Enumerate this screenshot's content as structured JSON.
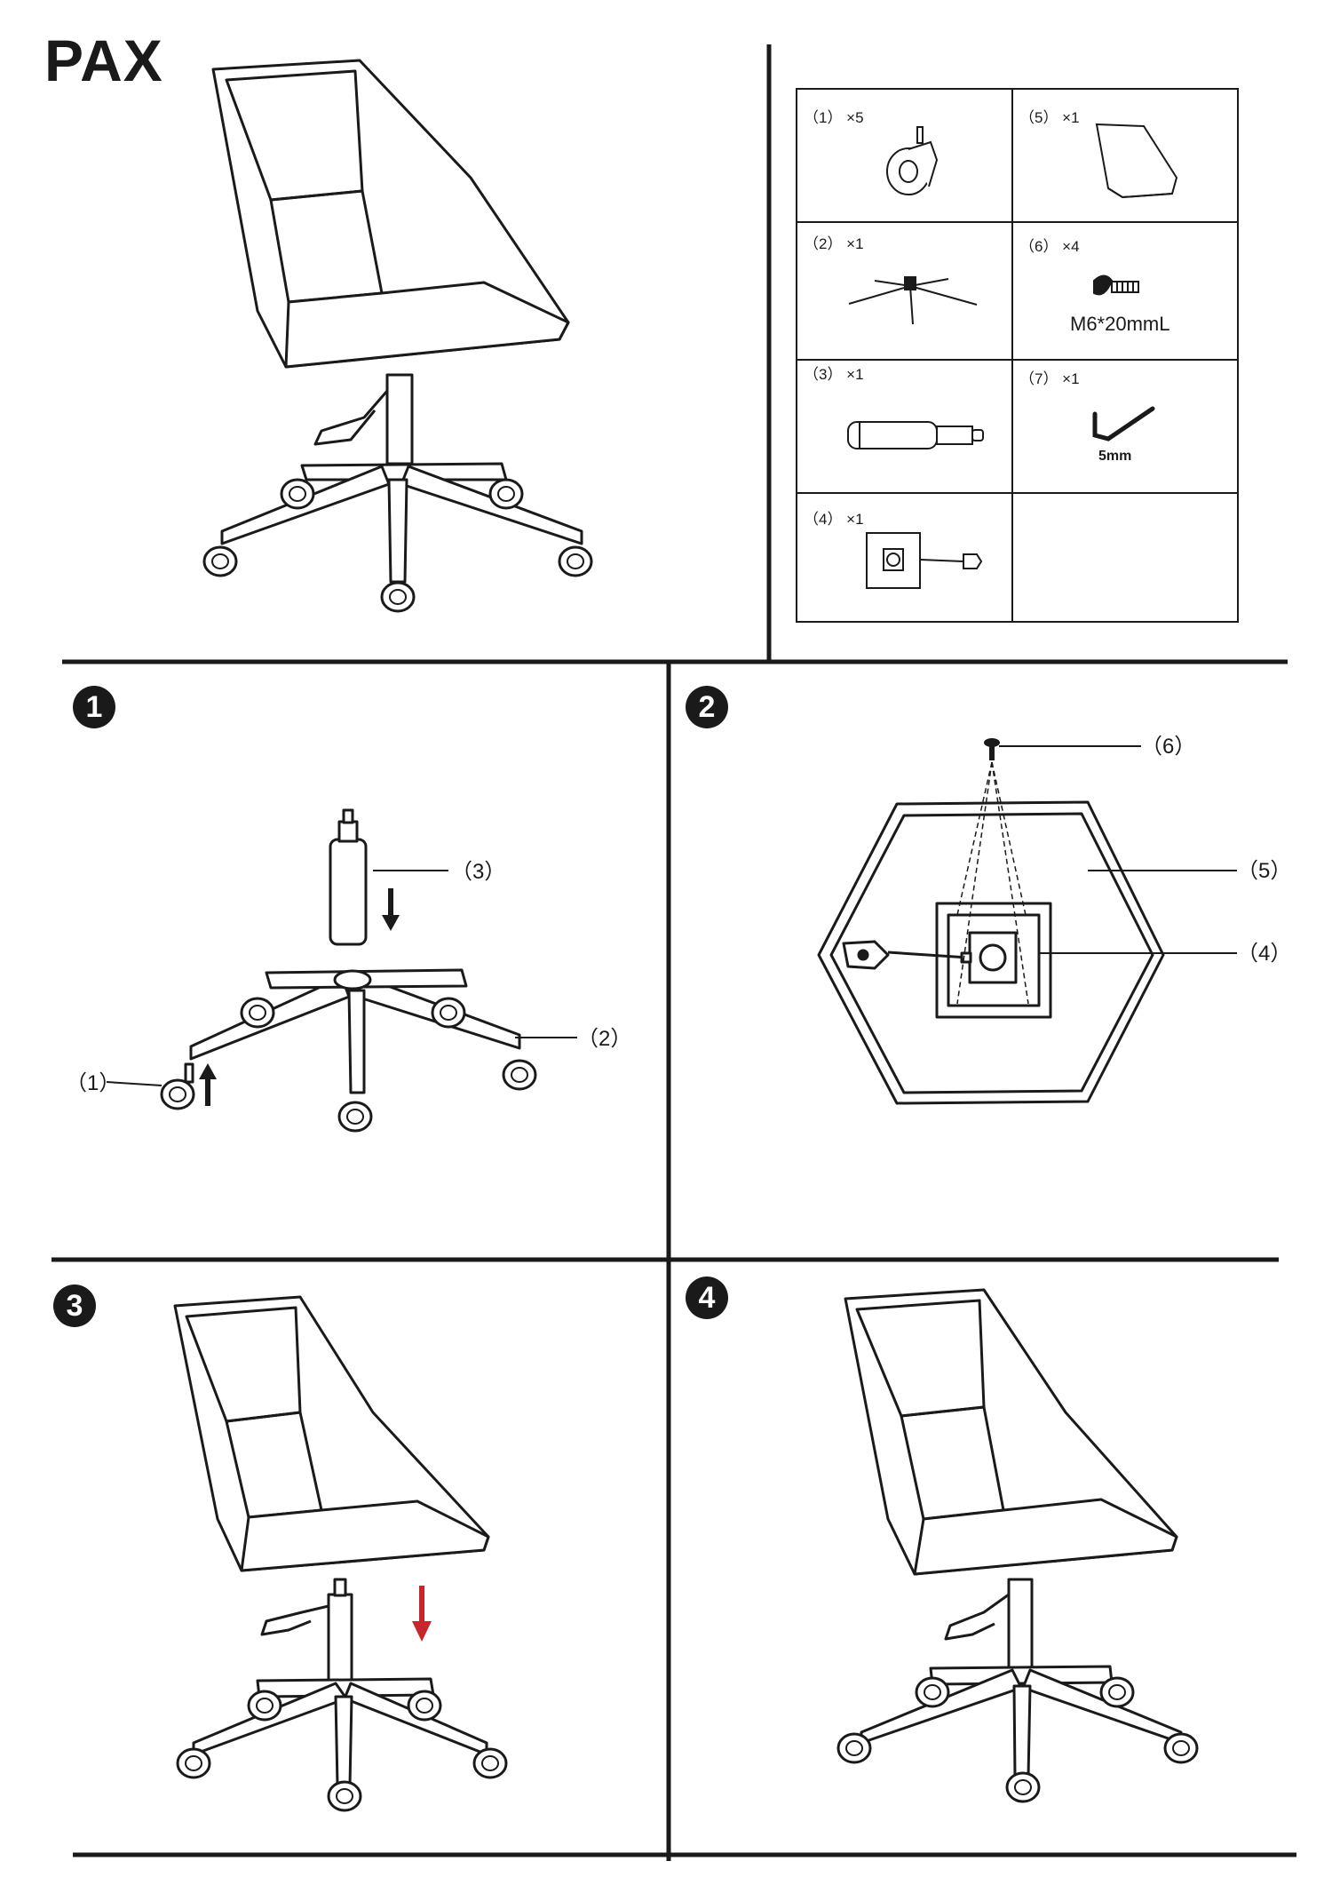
{
  "title": "PAX",
  "parts": [
    {
      "label": "（1） ×5",
      "name": "caster-wheel"
    },
    {
      "label": "（5） ×1",
      "name": "seat-shell"
    },
    {
      "label": "（2） ×1",
      "name": "star-base"
    },
    {
      "label": "（6） ×4",
      "name": "bolt",
      "spec": "M6*20mmL"
    },
    {
      "label": "（3） ×1",
      "name": "gas-cylinder"
    },
    {
      "label": "（7） ×1",
      "name": "allen-key",
      "spec": "5mm"
    },
    {
      "label": "（4） ×1",
      "name": "tilt-mechanism"
    }
  ],
  "steps": [
    {
      "number": "1",
      "callouts": {
        "cylinder": "（3）",
        "base": "（2）",
        "wheel": "（1）"
      }
    },
    {
      "number": "2",
      "callouts": {
        "bolt": "（6）",
        "seat": "（5）",
        "mechanism": "（4）"
      }
    },
    {
      "number": "3"
    },
    {
      "number": "4"
    }
  ],
  "colors": {
    "line": "#1a1a1a",
    "accent_arrow": "#c8262b"
  }
}
